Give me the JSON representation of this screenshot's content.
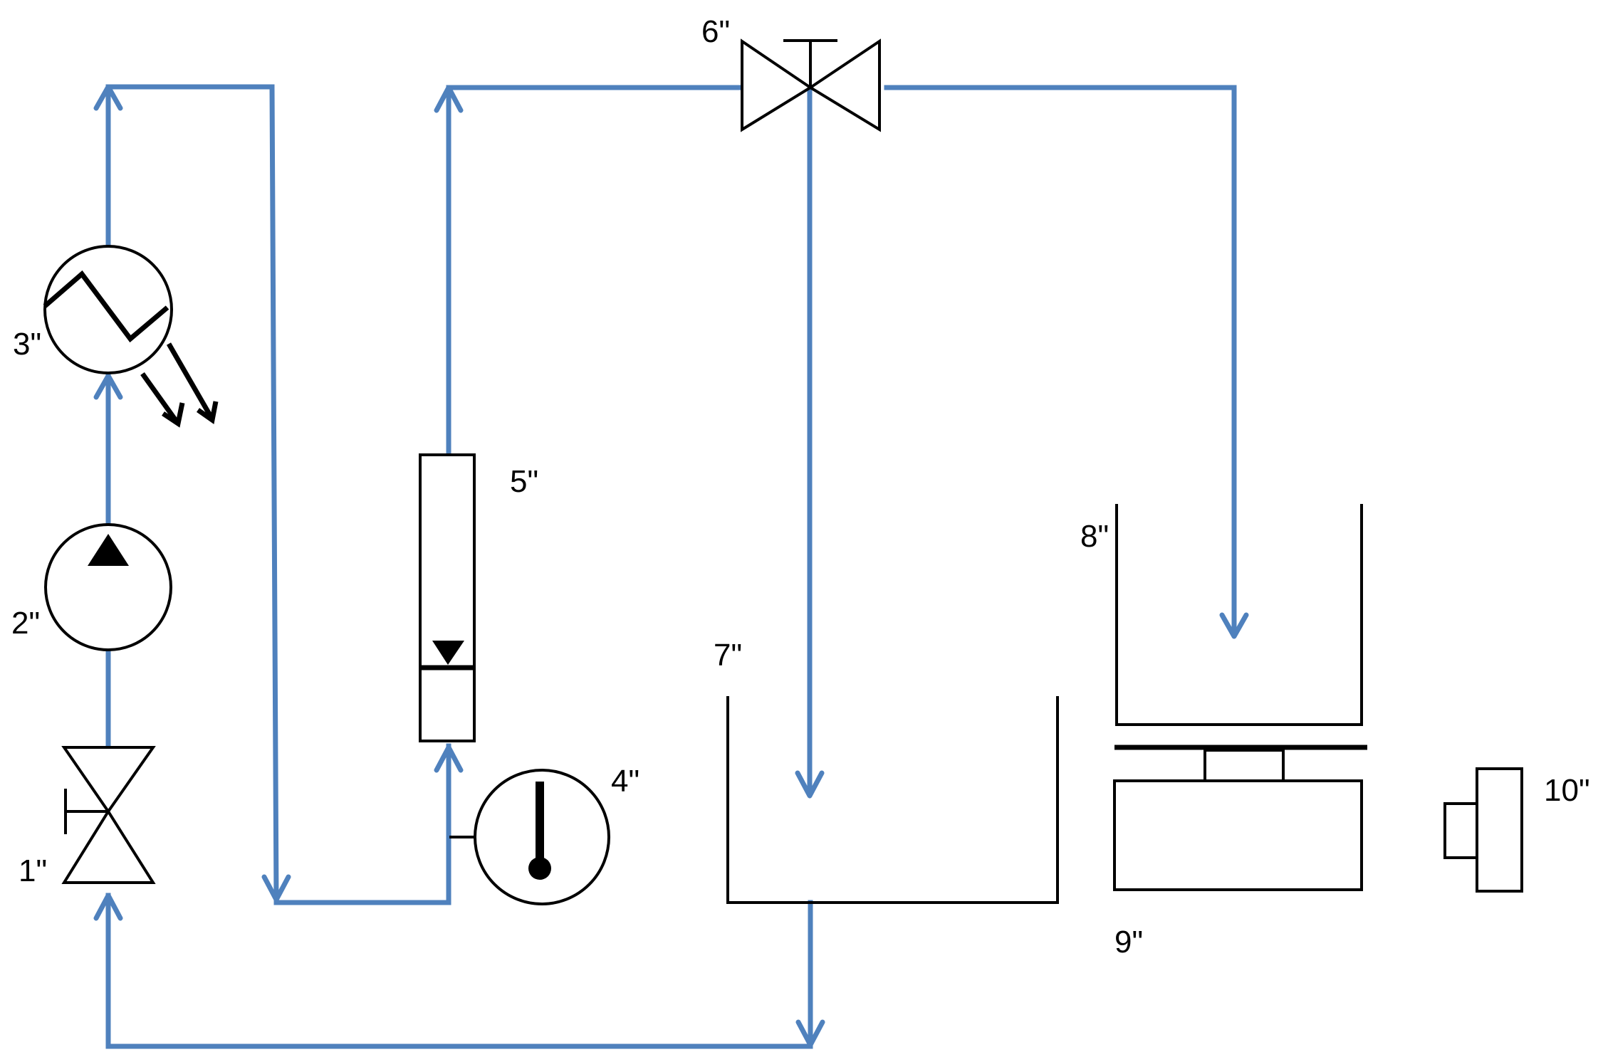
{
  "diagram": {
    "pipe_color": "#4f81bd",
    "symbol_color": "#000000",
    "components": [
      {
        "id": "valve-1",
        "label": "1\"",
        "symbol": "hand-valve"
      },
      {
        "id": "pump-2",
        "label": "2\"",
        "symbol": "pump"
      },
      {
        "id": "heat-exchanger-3",
        "label": "3\"",
        "symbol": "heat-exchanger"
      },
      {
        "id": "thermometer-4",
        "label": "4\"",
        "symbol": "thermometer"
      },
      {
        "id": "flowmeter-5",
        "label": "5\"",
        "symbol": "rotameter"
      },
      {
        "id": "three-way-valve-6",
        "label": "6\"",
        "symbol": "three-way-valve"
      },
      {
        "id": "tank-7",
        "label": "7\"",
        "symbol": "open-tank"
      },
      {
        "id": "tank-8",
        "label": "8\"",
        "symbol": "open-tank"
      },
      {
        "id": "scale-9",
        "label": "9\"",
        "symbol": "weighing-scale"
      },
      {
        "id": "device-10",
        "label": "10\"",
        "symbol": "box-device"
      }
    ]
  }
}
